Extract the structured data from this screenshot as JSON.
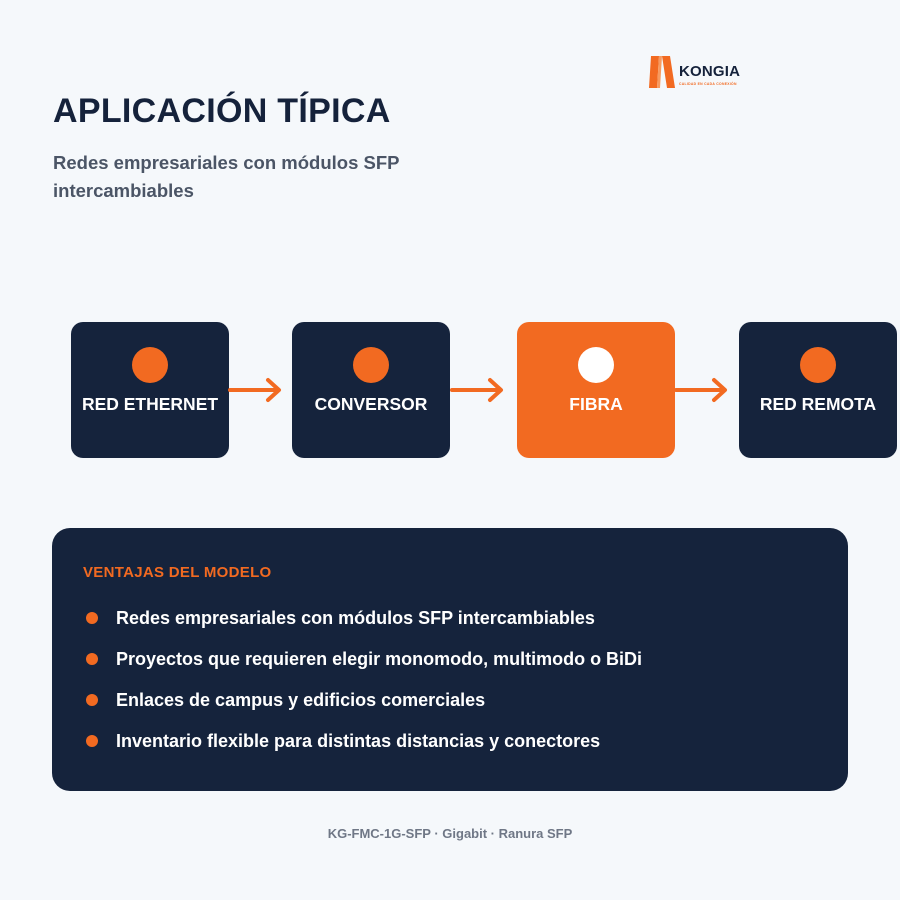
{
  "brand": {
    "name": "KONGIA",
    "tagline": "CALIDAD EN CADA CONEXIÓN"
  },
  "header": {
    "title": "APLICACIÓN TÍPICA",
    "subtitle": "Redes empresariales con módulos SFP intercambiables"
  },
  "flow": {
    "nodes": [
      {
        "label": "RED ETHERNET",
        "highlight": false
      },
      {
        "label": "CONVERSOR",
        "highlight": false
      },
      {
        "label": "FIBRA",
        "highlight": true
      },
      {
        "label": "RED REMOTA",
        "highlight": false
      }
    ]
  },
  "advantages": {
    "title": "VENTAJAS DEL MODELO",
    "items": [
      "Redes empresariales con módulos SFP intercambiables",
      "Proyectos que requieren elegir monomodo, multimodo o BiDi",
      "Enlaces de campus y edificios comerciales",
      "Inventario flexible para distintas distancias y conectores"
    ]
  },
  "footer": {
    "text": "KG-FMC-1G-SFP · Gigabit · Ranura SFP"
  },
  "colors": {
    "accent": "#f26a21",
    "navy": "#15233c",
    "background": "#f5f8fb"
  },
  "icons": {
    "logo": "kongia-logo-mark",
    "arrow": "arrow-right-icon",
    "bullet": "bullet-dot-icon"
  }
}
